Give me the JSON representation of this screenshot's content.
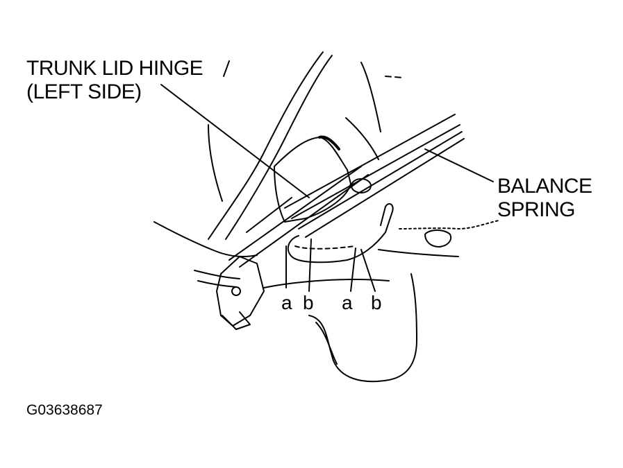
{
  "labels": {
    "hinge_line1": "TRUNK LID HINGE",
    "hinge_line2": "(LEFT SIDE)",
    "spring_line1": "BALANCE",
    "spring_line2": "SPRING",
    "a1": "a",
    "b1": "b",
    "a2": "a",
    "b2": "b",
    "figure_code": "G03638687"
  },
  "colors": {
    "ink": "#000000",
    "paper": "#ffffff"
  }
}
